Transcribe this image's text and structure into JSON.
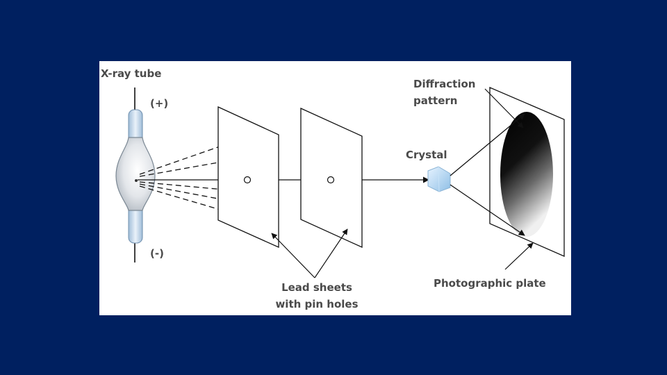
{
  "labels": {
    "xray_tube": "X-ray tube",
    "anode": "(+)",
    "cathode": "(-)",
    "lead_sheets_line1": "Lead sheets",
    "lead_sheets_line2": "with pin holes",
    "crystal": "Crystal",
    "diffraction_line1": "Diffraction",
    "diffraction_line2": "pattern",
    "photographic_plate": "Photographic plate"
  },
  "colors": {
    "background": "#002060",
    "panel": "#ffffff",
    "text": "#4a4a4a",
    "tube_glass": "#b8cfe4",
    "crystal": "#a9cff0"
  }
}
